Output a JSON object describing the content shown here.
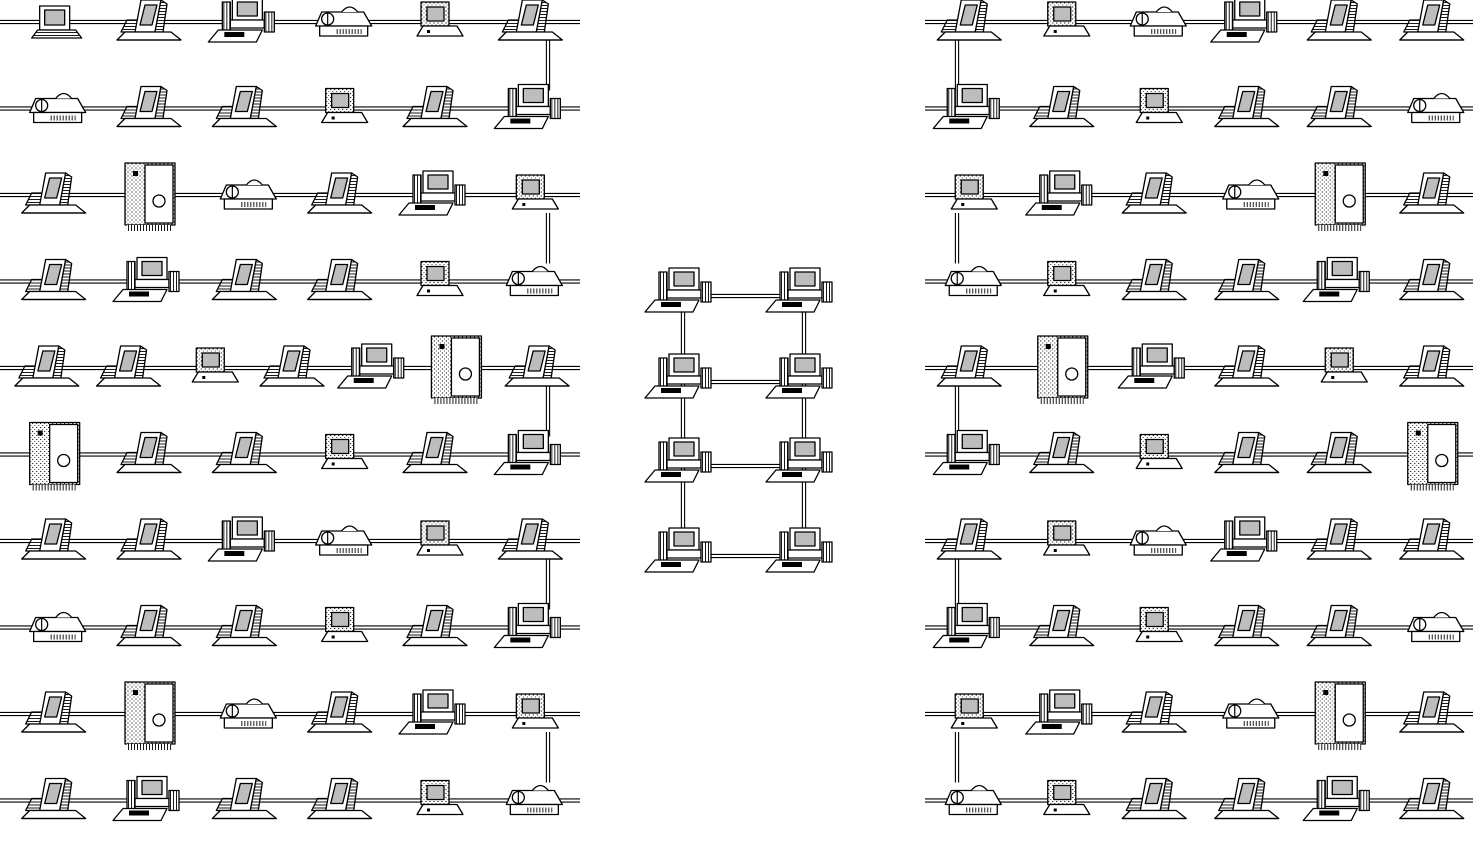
{
  "illustration": {
    "style": "black-and-white line-art clip-art",
    "ink_color": "#000000",
    "paper_color": "#ffffff",
    "screen_tone": "#bdbdbd",
    "clusters": [
      {
        "name": "left-network",
        "rows": [
          [
            "monitor",
            "tilted-terminal",
            "desktop-computer",
            "printer",
            "small-terminal",
            "tilted-terminal"
          ],
          [
            "printer",
            "tilted-terminal",
            "tilted-terminal",
            "small-terminal",
            "tilted-terminal",
            "desktop-computer"
          ],
          [
            "tilted-terminal",
            "server-tower",
            "printer",
            "tilted-terminal",
            "desktop-computer",
            "small-terminal"
          ],
          [
            "tilted-terminal",
            "desktop-computer",
            "tilted-terminal",
            "tilted-terminal",
            "small-terminal",
            "printer"
          ],
          [
            "tilted-terminal",
            "tilted-terminal",
            "small-terminal",
            "tilted-terminal",
            "desktop-computer",
            "server-tower",
            "tilted-terminal"
          ],
          [
            "server-tower",
            "tilted-terminal",
            "tilted-terminal",
            "small-terminal",
            "tilted-terminal",
            "desktop-computer"
          ],
          [
            "tilted-terminal",
            "tilted-terminal",
            "desktop-computer",
            "printer",
            "small-terminal",
            "tilted-terminal"
          ],
          [
            "printer",
            "tilted-terminal",
            "tilted-terminal",
            "small-terminal",
            "tilted-terminal",
            "desktop-computer"
          ],
          [
            "tilted-terminal",
            "server-tower",
            "printer",
            "tilted-terminal",
            "desktop-computer",
            "small-terminal"
          ],
          [
            "tilted-terminal",
            "desktop-computer",
            "tilted-terminal",
            "tilted-terminal",
            "small-terminal",
            "printer"
          ]
        ]
      },
      {
        "name": "center-network",
        "columns": 2,
        "rows": 4,
        "device": "desktop-computer"
      },
      {
        "name": "right-network",
        "rows": [
          [
            "tilted-terminal",
            "small-terminal",
            "printer",
            "desktop-computer",
            "tilted-terminal",
            "tilted-terminal"
          ],
          [
            "desktop-computer",
            "tilted-terminal",
            "small-terminal",
            "tilted-terminal",
            "tilted-terminal",
            "printer"
          ],
          [
            "small-terminal",
            "desktop-computer",
            "tilted-terminal",
            "printer",
            "server-tower",
            "tilted-terminal"
          ],
          [
            "printer",
            "small-terminal",
            "tilted-terminal",
            "tilted-terminal",
            "desktop-computer",
            "tilted-terminal"
          ],
          [
            "tilted-terminal",
            "server-tower",
            "desktop-computer",
            "tilted-terminal",
            "small-terminal",
            "tilted-terminal"
          ],
          [
            "desktop-computer",
            "tilted-terminal",
            "small-terminal",
            "tilted-terminal",
            "tilted-terminal",
            "server-tower"
          ],
          [
            "tilted-terminal",
            "small-terminal",
            "printer",
            "desktop-computer",
            "tilted-terminal",
            "tilted-terminal"
          ],
          [
            "desktop-computer",
            "tilted-terminal",
            "small-terminal",
            "tilted-terminal",
            "tilted-terminal",
            "printer"
          ],
          [
            "small-terminal",
            "desktop-computer",
            "tilted-terminal",
            "printer",
            "server-tower",
            "tilted-terminal"
          ],
          [
            "printer",
            "small-terminal",
            "tilted-terminal",
            "tilted-terminal",
            "desktop-computer",
            "tilted-terminal"
          ]
        ]
      }
    ]
  }
}
